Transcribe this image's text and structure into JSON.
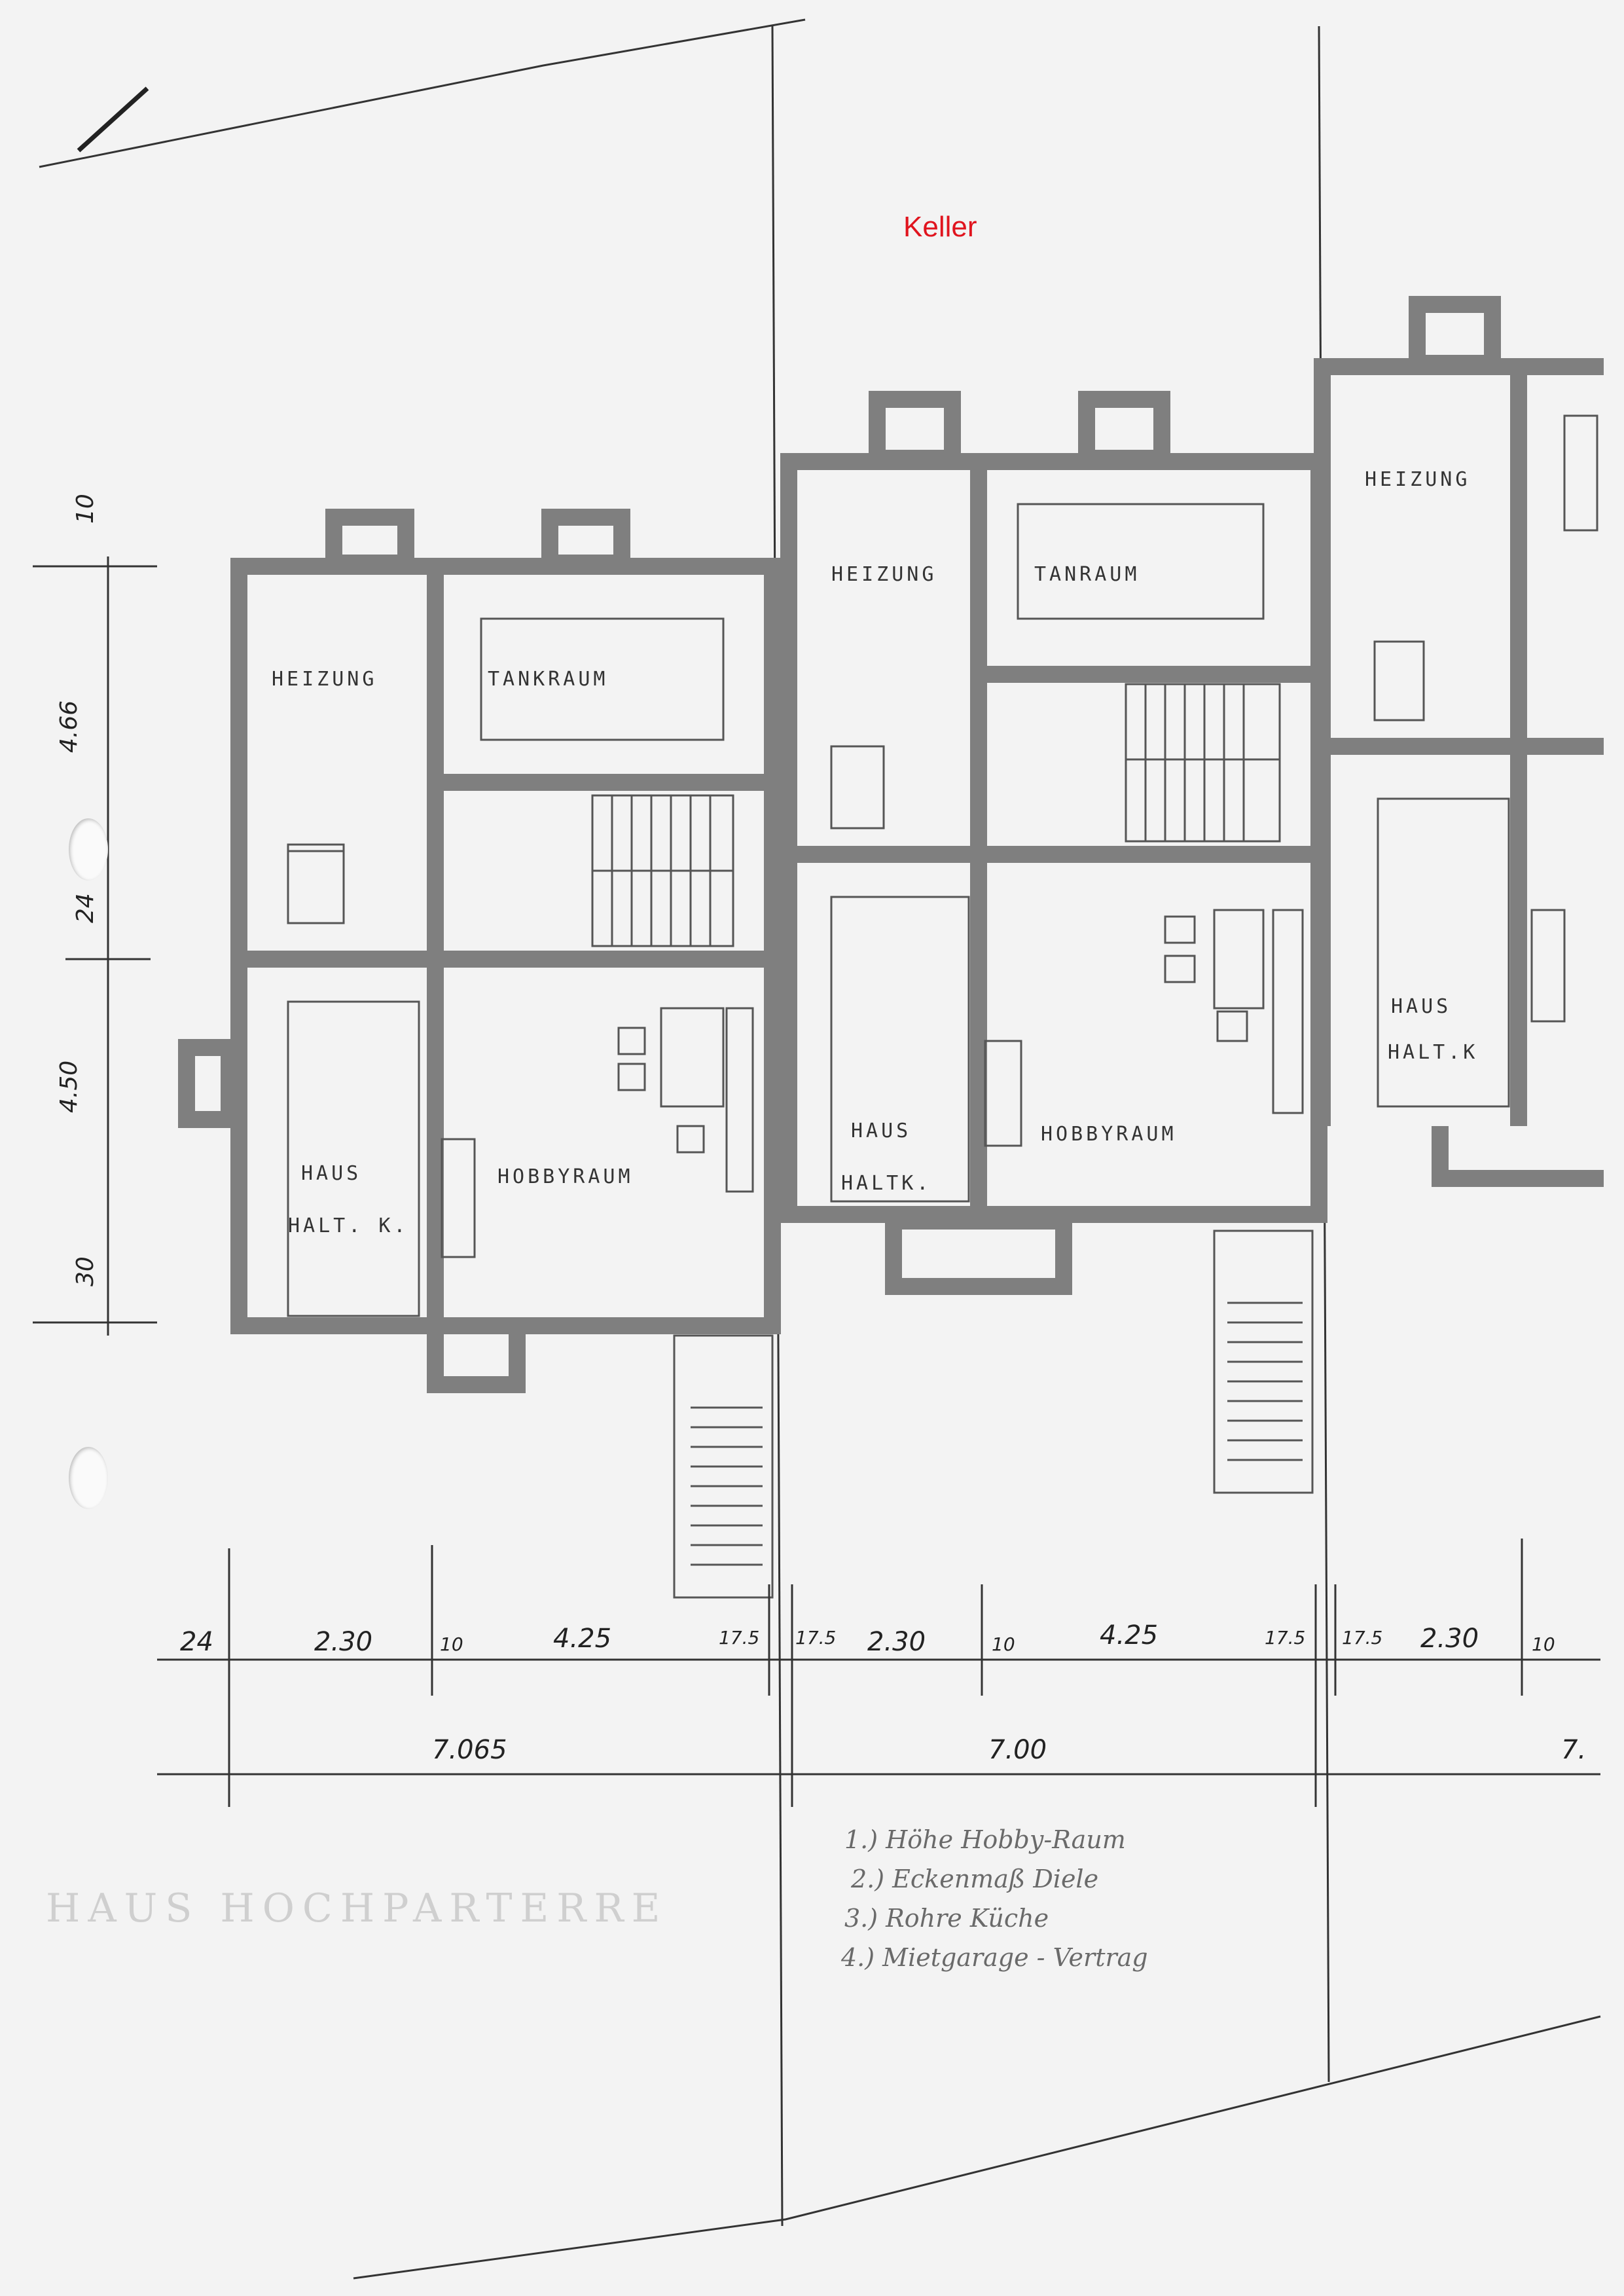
{
  "title": "Keller",
  "rooms": {
    "left": {
      "heizung": "HEIZUNG",
      "tankraum": "TANKRAUM",
      "haus_1": "HAUS",
      "haus_2": "HALT. K.",
      "hobbyraum": "HOBBYRAUM"
    },
    "middle": {
      "heizung": "HEIZUNG",
      "tankraum": "TANRAUM",
      "haus_1": "HAUS",
      "haus_2": "HALTK.",
      "hobbyraum": "HOBBYRAUM"
    },
    "right": {
      "heizung": "HEIZUNG",
      "haus_1": "HAUS",
      "haus_2": "HALT.K"
    }
  },
  "dims": {
    "vertical": {
      "d1": "10",
      "d2": "4.66",
      "d3": "24",
      "d4": "4.50",
      "d5": "30"
    },
    "row1": [
      "24",
      "2.30",
      "10",
      "4.25",
      "17.5",
      "17.5",
      "2.30",
      "10",
      "4.25",
      "17.5",
      "17.5",
      "2.30",
      "10"
    ],
    "row2": [
      "7.065",
      "7.00",
      "7."
    ]
  },
  "notes": [
    "1.) Höhe Hobby-Raum",
    "2.) Eckenmaß Diele",
    "3.) Rohre Küche",
    "4.) Mietgarage - Vertrag"
  ],
  "ghost_text": "HAUS HOCHPARTERRE"
}
